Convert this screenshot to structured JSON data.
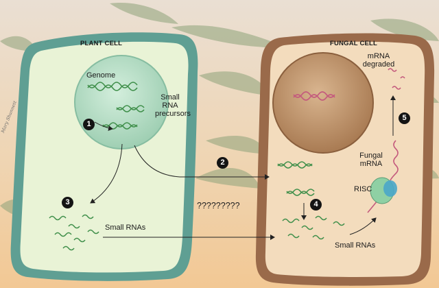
{
  "labels": {
    "plant_cell": "PLANT CELL",
    "fungal_cell": "FUNGAL CELL",
    "genome": "Genome",
    "precursors_1": "Small",
    "precursors_2": "RNA",
    "precursors_3": "precursors",
    "small_rnas_plant": "Small RNAs",
    "small_rnas_fungal": "Small RNAs",
    "risc": "RISC",
    "fungal_mrna_1": "Fungal",
    "fungal_mrna_2": "mRNA",
    "mrna_degraded_1": "mRNA",
    "mrna_degraded_2": "degraded",
    "question": "?????????"
  },
  "steps": [
    "1",
    "2",
    "3",
    "4",
    "5"
  ],
  "signature": "Mary Shunnett",
  "colors": {
    "background_top": "#eadfd0",
    "background_bottom": "#f3cd98",
    "leaf": "#8ea37a",
    "plant_wall": "#5f9f93",
    "plant_cytoplasm": "#e9f3d6",
    "nucleus": "#b7ddc7",
    "fungal_wall": "#9a6a4a",
    "fungal_cytoplasm": "#f3dcbd",
    "fungal_nucleus": "#b58a62",
    "rna_green": "#3f8f4a",
    "rna_pink": "#c45a7d",
    "risc_green": "#8fd0a4",
    "risc_blue": "#4aa6c9"
  }
}
